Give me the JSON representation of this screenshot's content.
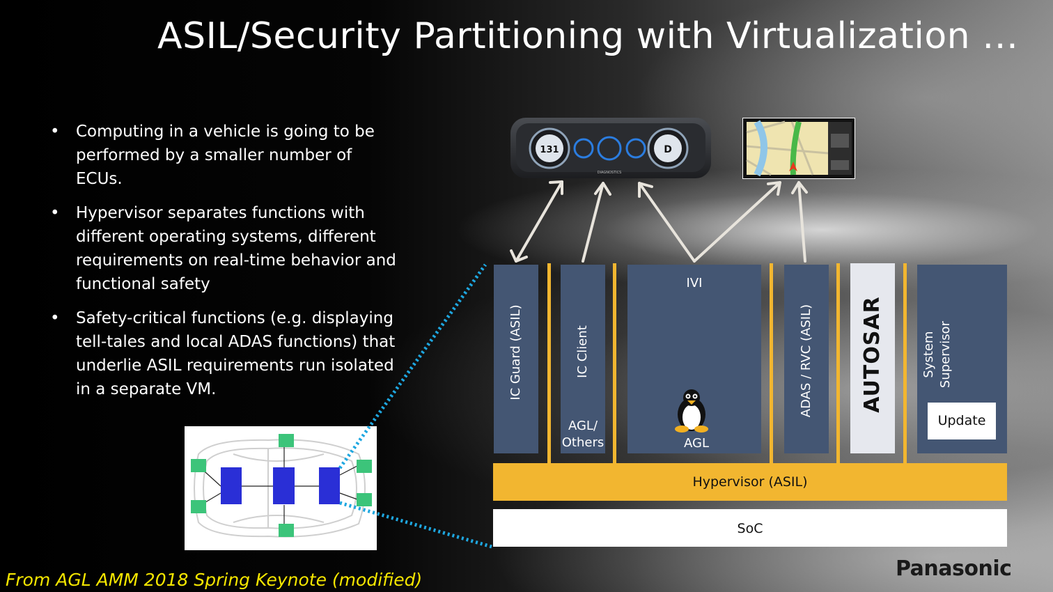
{
  "title": "ASIL/Security Partitioning with Virtualization …",
  "bullets": [
    "Computing in a vehicle is going to be performed by a smaller number of ECUs.",
    "Hypervisor separates functions with different operating systems, different requirements on real-time behavior and functional safety",
    "Safety-critical functions (e.g. displaying tell-tales and local ADAS functions) that underlie ASIL requirements run isolated in a separate VM."
  ],
  "bullet_marker": "•",
  "columns": {
    "ic_guard": "IC  Guard (ASIL)",
    "ic_client": "IC Client",
    "agl_others_1": "AGL/",
    "agl_others_2": "Others",
    "ivi": "IVI",
    "agl": "AGL",
    "adas": "ADAS / RVC (ASIL)",
    "autosar": "AUTOSAR",
    "system_1": "System",
    "system_2": "Supervisor",
    "update": "Update"
  },
  "hypervisor": "Hypervisor  (ASIL)",
  "soc": "SoC",
  "cluster": {
    "speed": "131",
    "gear": "D",
    "diag": "DIAGNOSTICS"
  },
  "footer": "From AGL AMM 2018 Spring Keynote (modified)",
  "brand": "Panasonic",
  "colors": {
    "column": "#445673",
    "hypervisor": "#f2b630",
    "ecu_main": "#2a2fd6",
    "ecu_small": "#3cc47a",
    "dotted": "#1ea7e0",
    "footer": "#f5e600"
  },
  "icons": [
    "linux-tux-icon",
    "instrument-cluster-image",
    "navigation-display-image",
    "car-ecu-diagram-image"
  ]
}
